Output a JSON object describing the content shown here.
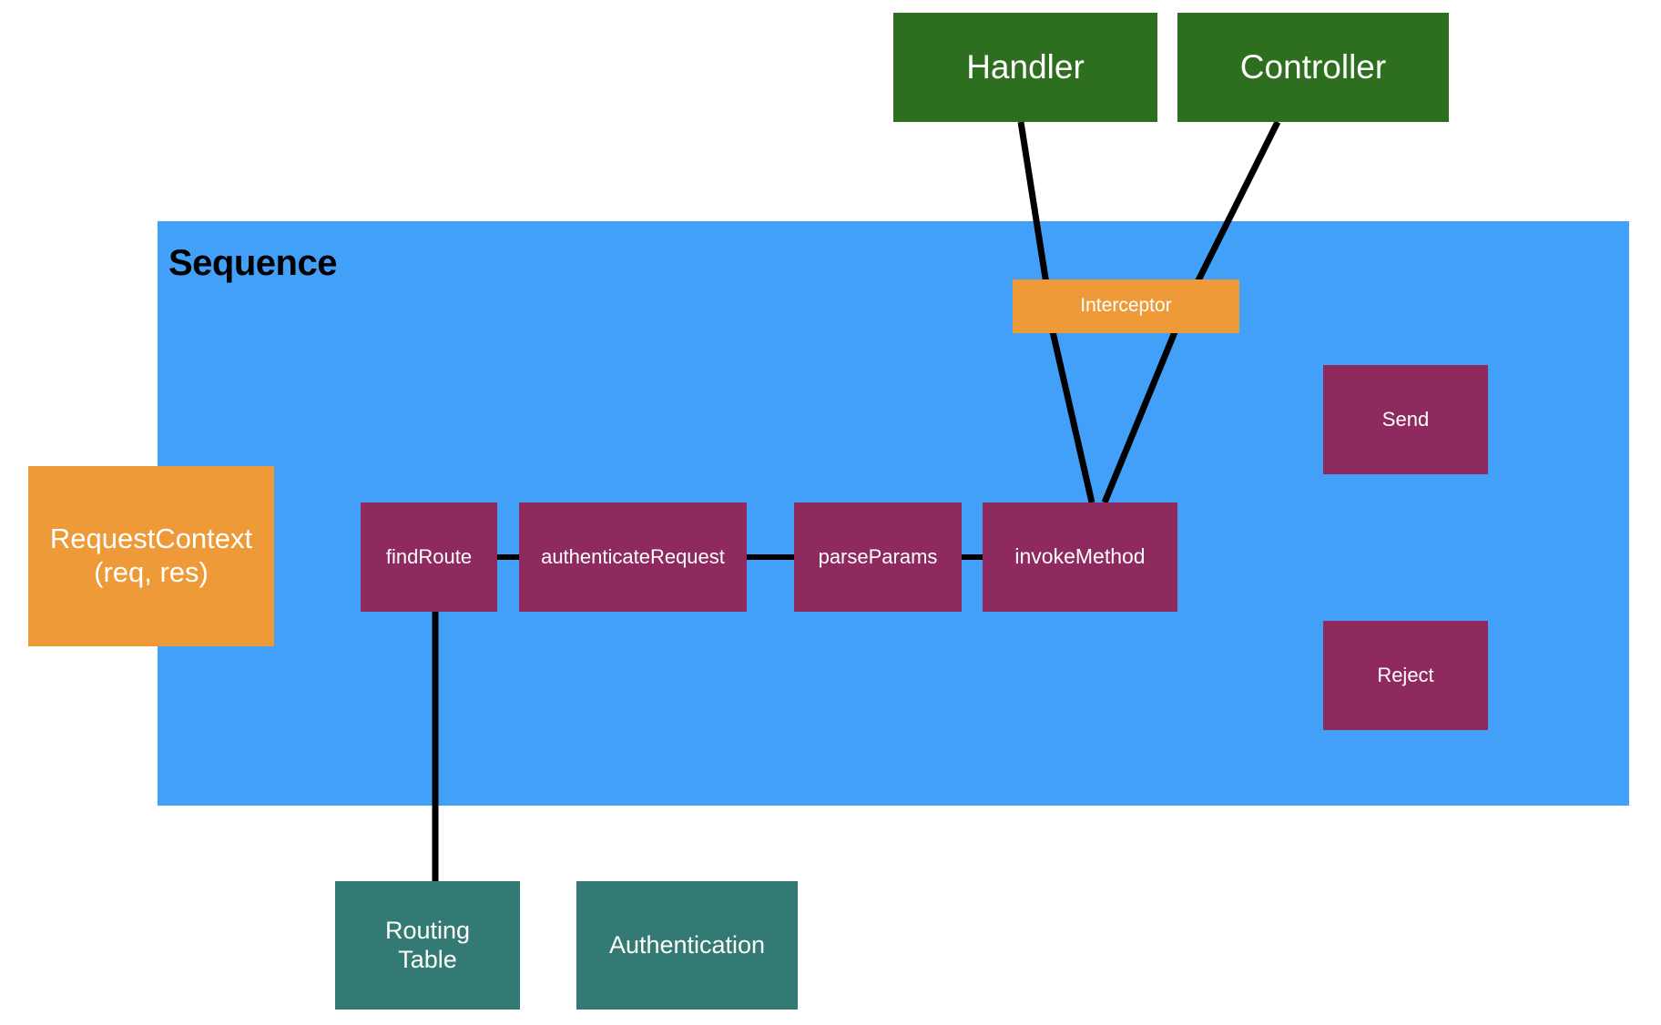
{
  "diagram": {
    "title": "Sequence",
    "colors": {
      "group_blue": "#42a0f8",
      "green": "#2d6e1f",
      "orange": "#ef9a38",
      "maroon": "#8e2a5e",
      "teal": "#347a74",
      "edge": "#000000",
      "node_text": "#ffffff",
      "title_text": "#000000"
    },
    "group": {
      "label": "Sequence"
    },
    "external_nodes": [
      {
        "id": "handler",
        "label": "Handler",
        "color": "#2d6e1f"
      },
      {
        "id": "controller",
        "label": "Controller",
        "color": "#2d6e1f"
      },
      {
        "id": "request-context",
        "label": "RequestContext\n(req, res)",
        "line1": "RequestContext",
        "line2": "(req, res)",
        "color": "#ef9a38"
      },
      {
        "id": "routing-table",
        "label": "Routing Table",
        "line1": "Routing",
        "line2": "Table",
        "color": "#347a74"
      },
      {
        "id": "authentication",
        "label": "Authentication",
        "color": "#347a74"
      }
    ],
    "sequence_nodes": [
      {
        "id": "interceptor",
        "label": "Interceptor",
        "color": "#ef9a38"
      },
      {
        "id": "find-route",
        "label": "findRoute",
        "color": "#8e2a5e"
      },
      {
        "id": "authenticate-request",
        "label": "authenticateRequest",
        "color": "#8e2a5e"
      },
      {
        "id": "parse-params",
        "label": "parseParams",
        "color": "#8e2a5e"
      },
      {
        "id": "invoke-method",
        "label": "invokeMethod",
        "color": "#8e2a5e"
      },
      {
        "id": "send",
        "label": "Send",
        "color": "#8e2a5e"
      },
      {
        "id": "reject",
        "label": "Reject",
        "color": "#8e2a5e"
      }
    ],
    "edges": [
      {
        "from": "handler",
        "to": "invoke-method"
      },
      {
        "from": "controller",
        "to": "invoke-method"
      },
      {
        "from": "find-route",
        "to": "authenticate-request"
      },
      {
        "from": "authenticate-request",
        "to": "parse-params"
      },
      {
        "from": "parse-params",
        "to": "invoke-method"
      },
      {
        "from": "find-route",
        "to": "routing-table"
      }
    ]
  }
}
